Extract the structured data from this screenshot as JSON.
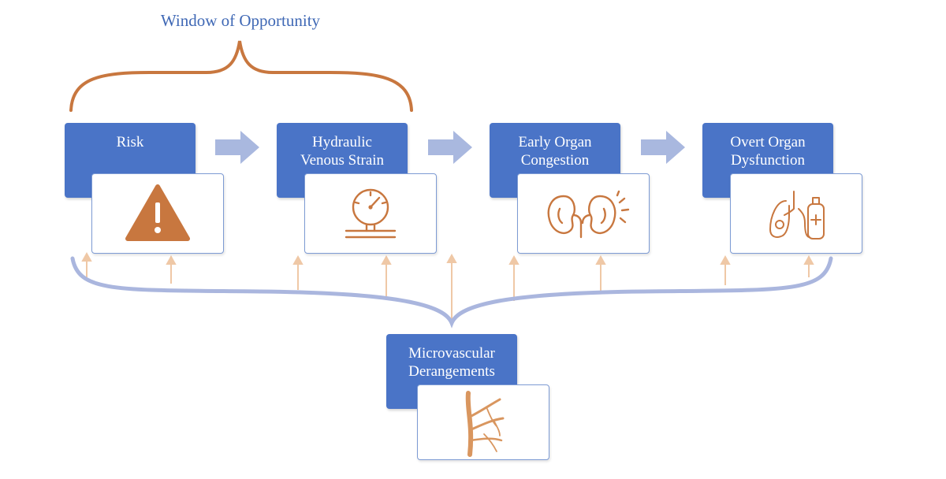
{
  "window": {
    "title": "Window of Opportunity"
  },
  "stages": [
    {
      "label": "Risk",
      "icon": "warning-icon"
    },
    {
      "label": "Hydraulic\nVenous Strain",
      "icon": "pressure-gauge-icon"
    },
    {
      "label": "Early Organ\nCongestion",
      "icon": "kidneys-icon"
    },
    {
      "label": "Overt Organ\nDysfunction",
      "icon": "lungs-oxygen-icon"
    }
  ],
  "microvascular": {
    "label": "Microvascular\nDerangements",
    "icon": "blood-vessel-icon"
  },
  "colors": {
    "box_fill": "#4a74c7",
    "card_border": "#7d9bd4",
    "accent_orange": "#c8773f",
    "flow_arrow": "#a9b8df",
    "connector_light": "#efc8a6",
    "brace": "#c8773f"
  }
}
